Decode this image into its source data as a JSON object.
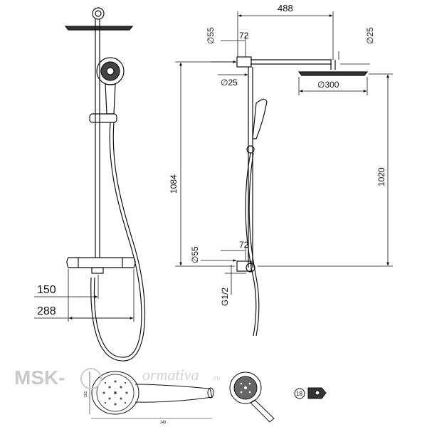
{
  "dimensions": {
    "top_width": "488",
    "top_diameter": "55",
    "top_offset": "72",
    "arm_diameter": "25",
    "rod_diameter": "25",
    "head_diameter": "300",
    "height_total": "1084",
    "height_head": "1020",
    "bottom_diameter": "55",
    "bottom_offset": "72",
    "thread": "G1/2",
    "mixer_depth": "150",
    "mixer_width": "288",
    "handshower_width": "116",
    "handshower_length": "249",
    "callout": "18"
  },
  "symbols": {
    "diameter": "∅"
  },
  "watermark": {
    "brand": "MSK-",
    "suffix": "ormativa",
    "domain": ".ru"
  }
}
